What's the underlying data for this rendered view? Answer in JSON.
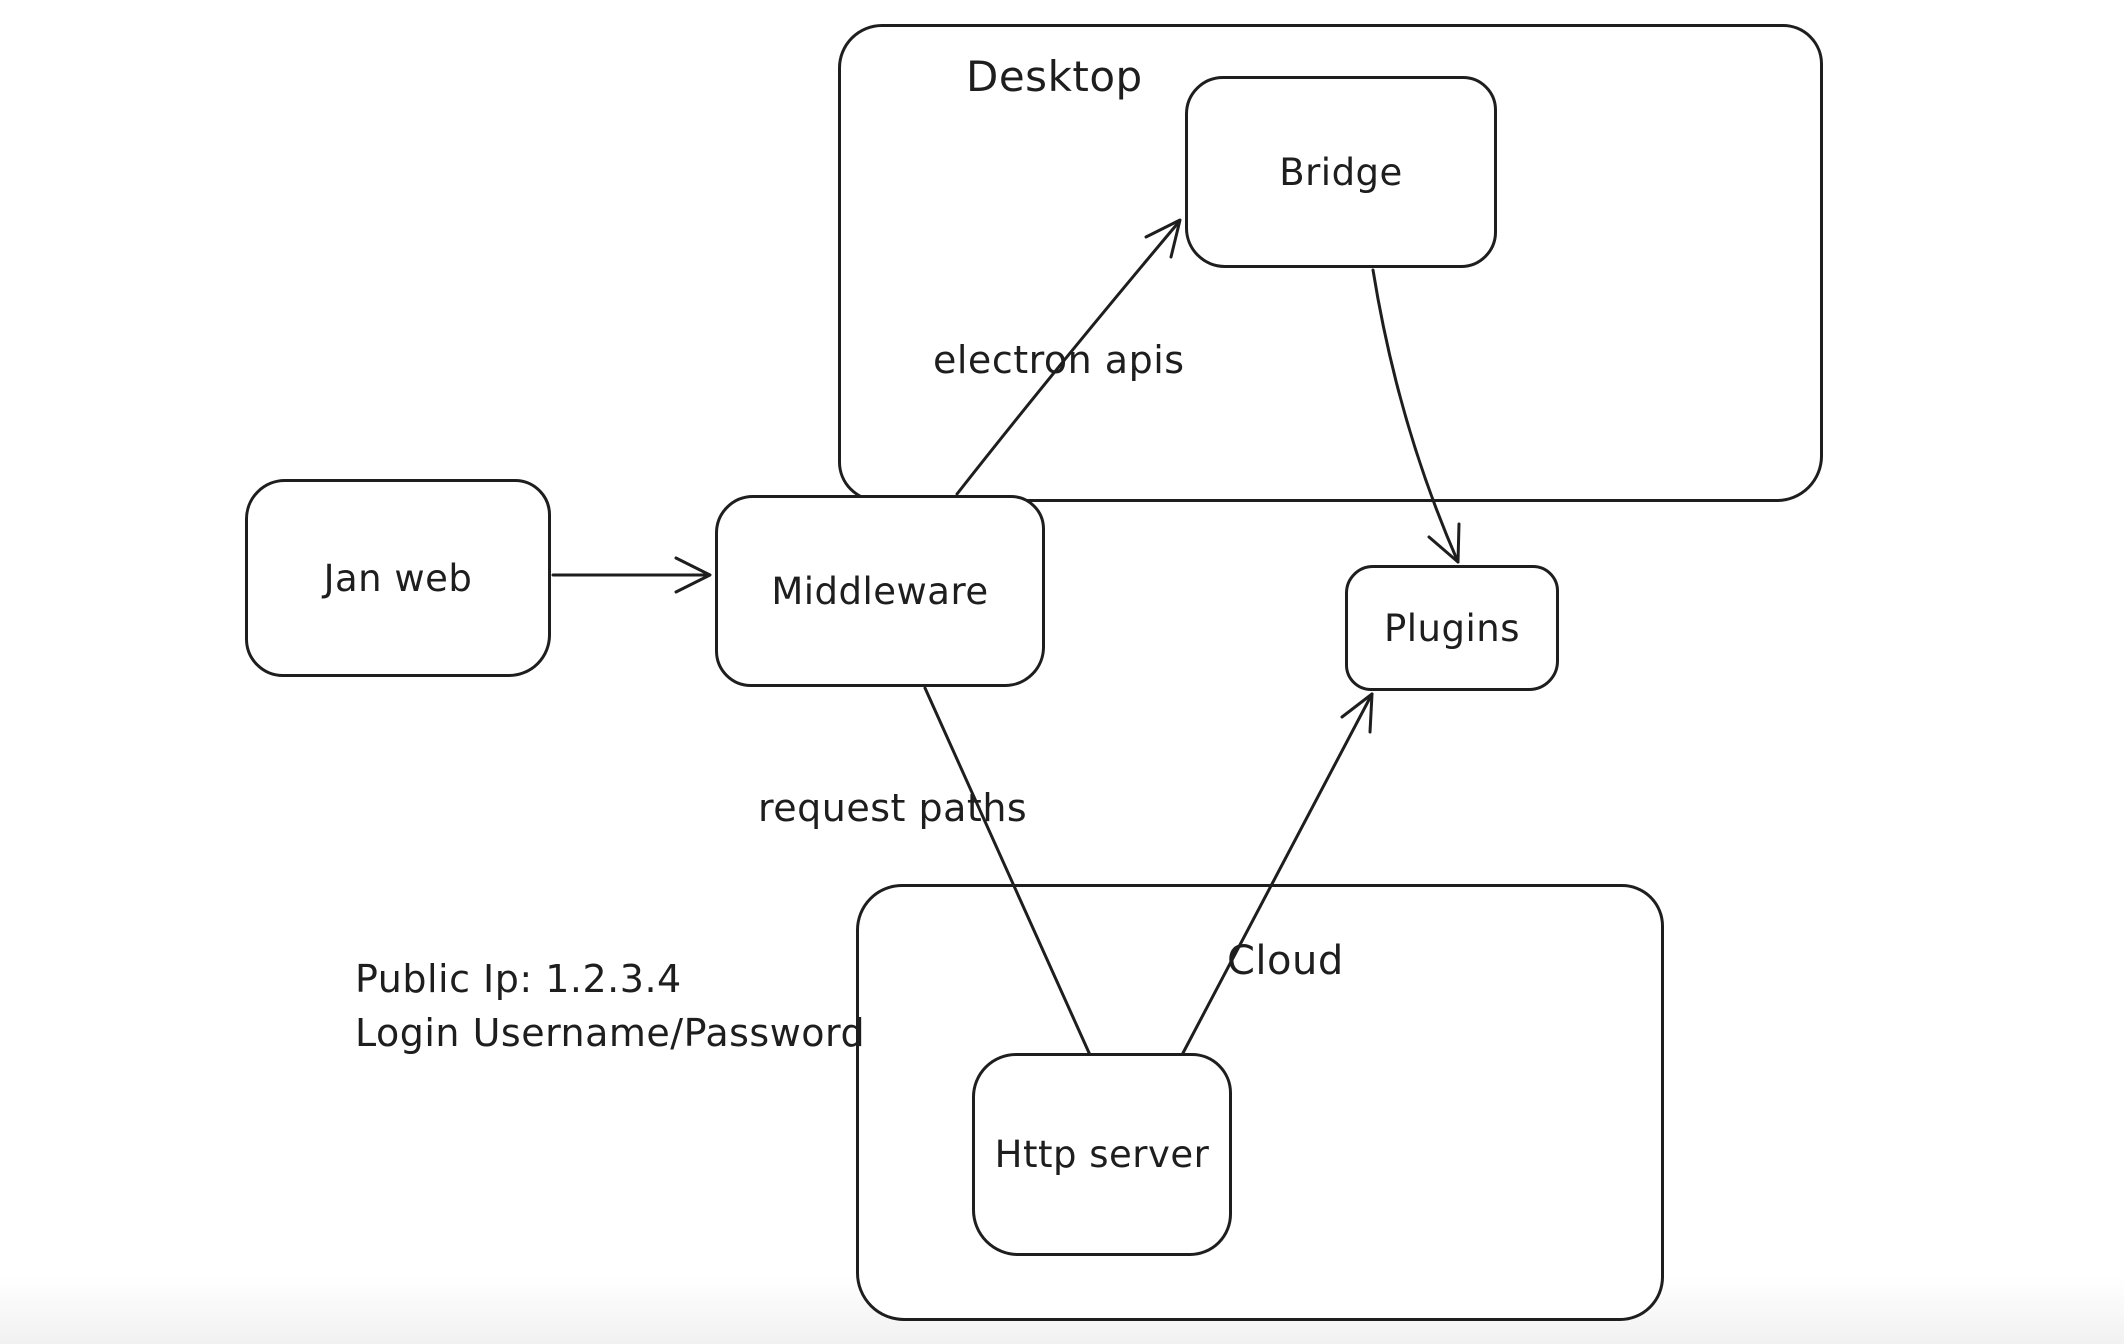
{
  "canvas": {
    "background": "#ffffff",
    "stroke_color": "#1e1e1e"
  },
  "containers": {
    "desktop": {
      "label": "Desktop"
    },
    "cloud": {
      "label": "Cloud"
    }
  },
  "nodes": {
    "jan_web": {
      "label": "Jan web"
    },
    "middleware": {
      "label": "Middleware"
    },
    "bridge": {
      "label": "Bridge"
    },
    "plugins": {
      "label": "Plugins"
    },
    "http_server": {
      "label": "Http server"
    }
  },
  "edges": {
    "jan_web_to_middleware": {
      "from": "Jan web",
      "to": "Middleware",
      "label": ""
    },
    "middleware_to_bridge": {
      "from": "Middleware",
      "to": "Bridge",
      "label": "electron apis"
    },
    "bridge_to_plugins": {
      "from": "Bridge",
      "to": "Plugins",
      "label": ""
    },
    "middleware_to_http_server": {
      "from": "Middleware",
      "to": "Http server",
      "label": "request paths"
    },
    "http_server_to_plugins": {
      "from": "Http server",
      "to": "Plugins",
      "label": ""
    }
  },
  "annotation": {
    "line1": "Public Ip: 1.2.3.4",
    "line2": "Login Username/Password"
  }
}
